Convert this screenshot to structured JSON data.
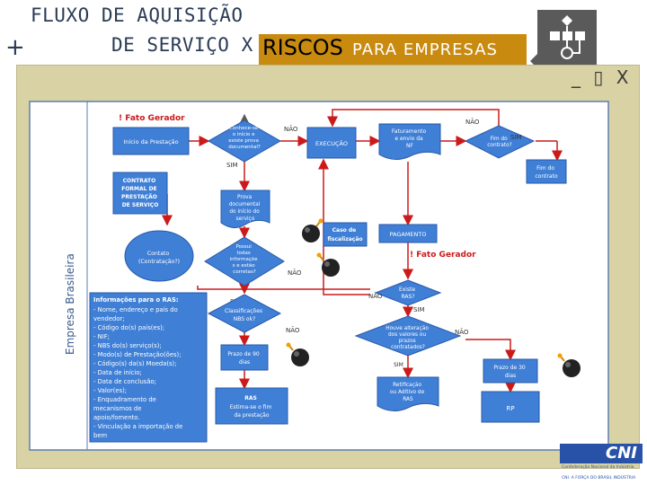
{
  "slide": {
    "title_line1": "FLUXO DE AQUISIÇÃO",
    "title_line2": "DE SERVIÇO X",
    "title_highlight": "RISCOS",
    "title_rest": "PARA EMPRESAS",
    "plus": "+",
    "window_controls": "_ ▯ X"
  },
  "diagram": {
    "lane": "Empresa Brasileira",
    "fato1": "! Fato Gerador",
    "fato2": "! Fato Gerador",
    "inicio": "Início da Prestação",
    "d1": [
      "Conhece-se",
      "o início e",
      "existe prova",
      "documental?"
    ],
    "execucao": "EXECUÇÃO",
    "faturamento": [
      "Faturamento",
      "e envio da",
      "NF"
    ],
    "d_fim": [
      "Fim do",
      "contrato?"
    ],
    "fim_contrato": [
      "Fim do",
      "contrato"
    ],
    "contrato": [
      "CONTRATO",
      "FORMAL DE",
      "PRESTAÇÃO",
      "DE SERVIÇO"
    ],
    "prova": [
      "Prova",
      "documental",
      "do início do",
      "serviço"
    ],
    "contato": [
      "Contato",
      "(Contratação?)"
    ],
    "d2": [
      "Possui",
      "todas",
      "informaçõe",
      "s e estão",
      "corretas?"
    ],
    "caso": [
      "Caso de",
      "fiscalização"
    ],
    "pagamento": "PAGAMENTO",
    "d_ras": [
      "Existe",
      "RAS?"
    ],
    "info_title": "Informações para o RAS:",
    "info_lines": [
      "- Nome, endereço e país do",
      "vendedor;",
      "- Código do(s) país(es);",
      "- NIF;",
      "- NBS do(s) serviço(s);",
      "- Modo(s) de Prestação(ões);",
      "- Código(s) da(s) Moeda(s);",
      "- Data de início;",
      "- Data de conclusão;",
      "- Valor(es);",
      "- Enquadramento de",
      "mecanismos de",
      "apoio/fomento.",
      "- Vinculação a importação de",
      "bem"
    ],
    "d3": [
      "Classificações",
      "NBS ok?"
    ],
    "d4": [
      "Houve alteração",
      "dos valores ou",
      "prazos",
      "contratados?"
    ],
    "prazo90": [
      "Prazo de 90",
      "dias"
    ],
    "prazo30": [
      "Prazo de 30",
      "dias"
    ],
    "ras": [
      "RAS",
      "Estima-se o fim",
      "da prestação"
    ],
    "retificacao": [
      "Retificação",
      "ou Aditivo de",
      "RAS"
    ],
    "rp": "RP",
    "labels": {
      "nao": "NÃO",
      "sim": "SIM"
    }
  },
  "logo": {
    "text": "CNI",
    "sub": "Confederação Nacional da Indústria",
    "footer": "CNI. A FORÇA DO BRASIL INDÚSTRIA"
  },
  "colors": {
    "accent": "#c98a10",
    "box": "#3f7fd6",
    "frame": "#d8d2a4",
    "red": "#cc1a1a"
  }
}
